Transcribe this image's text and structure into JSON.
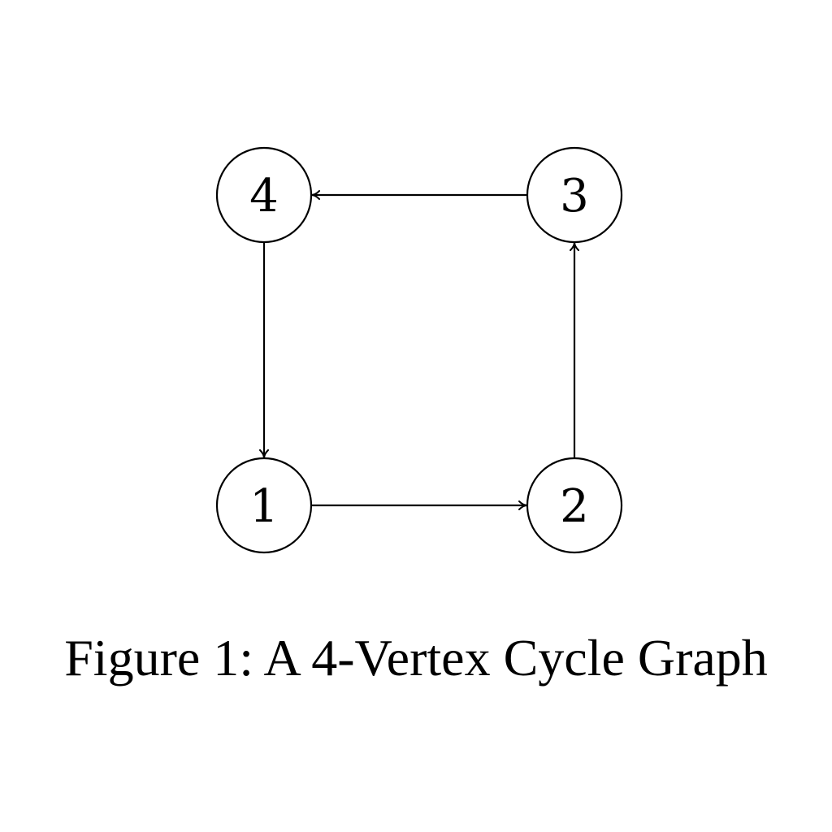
{
  "diagram": {
    "nodes": [
      {
        "id": "1",
        "label": "1"
      },
      {
        "id": "2",
        "label": "2"
      },
      {
        "id": "3",
        "label": "3"
      },
      {
        "id": "4",
        "label": "4"
      }
    ],
    "edges": [
      {
        "from": "1",
        "to": "2"
      },
      {
        "from": "2",
        "to": "3"
      },
      {
        "from": "3",
        "to": "4"
      },
      {
        "from": "4",
        "to": "1"
      }
    ],
    "directed": true,
    "caption": "Figure 1: A 4-Vertex Cycle Graph",
    "colors": {
      "stroke": "#000000",
      "fill": "#ffffff",
      "text": "#000000"
    }
  }
}
